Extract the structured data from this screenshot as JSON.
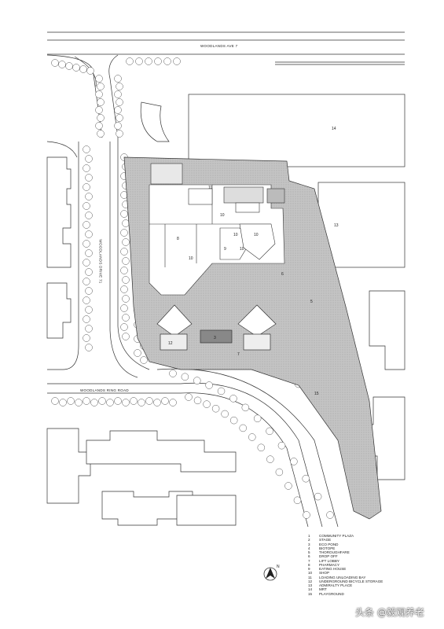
{
  "roads": {
    "ave7": "WOODLANDS AVE 7",
    "drive": "WOODLANDS DRIVE 71",
    "ring": "WOODLANDS RING ROAD"
  },
  "plan_numbers": {
    "n14": "14",
    "n13": "13",
    "n11": "11",
    "n10a": "10",
    "n10b": "10",
    "n10c": "10",
    "n10d": "10",
    "n10e": "10",
    "n9": "9",
    "n8": "8",
    "n7": "7",
    "n3": "3",
    "n15": "15",
    "n5": "5",
    "n6": "6",
    "n12": "12"
  },
  "legend": [
    {
      "num": "1",
      "label": "COMMUNITY PLAZA"
    },
    {
      "num": "2",
      "label": "STAGE"
    },
    {
      "num": "3",
      "label": "ECO POND"
    },
    {
      "num": "4",
      "label": "BIOTOPE"
    },
    {
      "num": "5",
      "label": "THOROUGHFARE"
    },
    {
      "num": "6",
      "label": "DROP OFF"
    },
    {
      "num": "7",
      "label": "LIFT LOBBY"
    },
    {
      "num": "8",
      "label": "PHARMACY"
    },
    {
      "num": "9",
      "label": "EATING HOUSE"
    },
    {
      "num": "10",
      "label": "SHOP"
    },
    {
      "num": "11",
      "label": "LOADING UNLOADING BAY"
    },
    {
      "num": "12",
      "label": "UNDERGROUND BICYCLE STORAGE"
    },
    {
      "num": "13",
      "label": "ADMIRALTY PLACE"
    },
    {
      "num": "14",
      "label": "MRT"
    },
    {
      "num": "15",
      "label": "PLAYGROUND"
    }
  ],
  "compass": "N",
  "watermark": "头条 @毅观养老",
  "colors": {
    "line": "#333333",
    "plaza": "#c8c8c8",
    "building": "#ffffff",
    "tree": "#ffffff"
  }
}
